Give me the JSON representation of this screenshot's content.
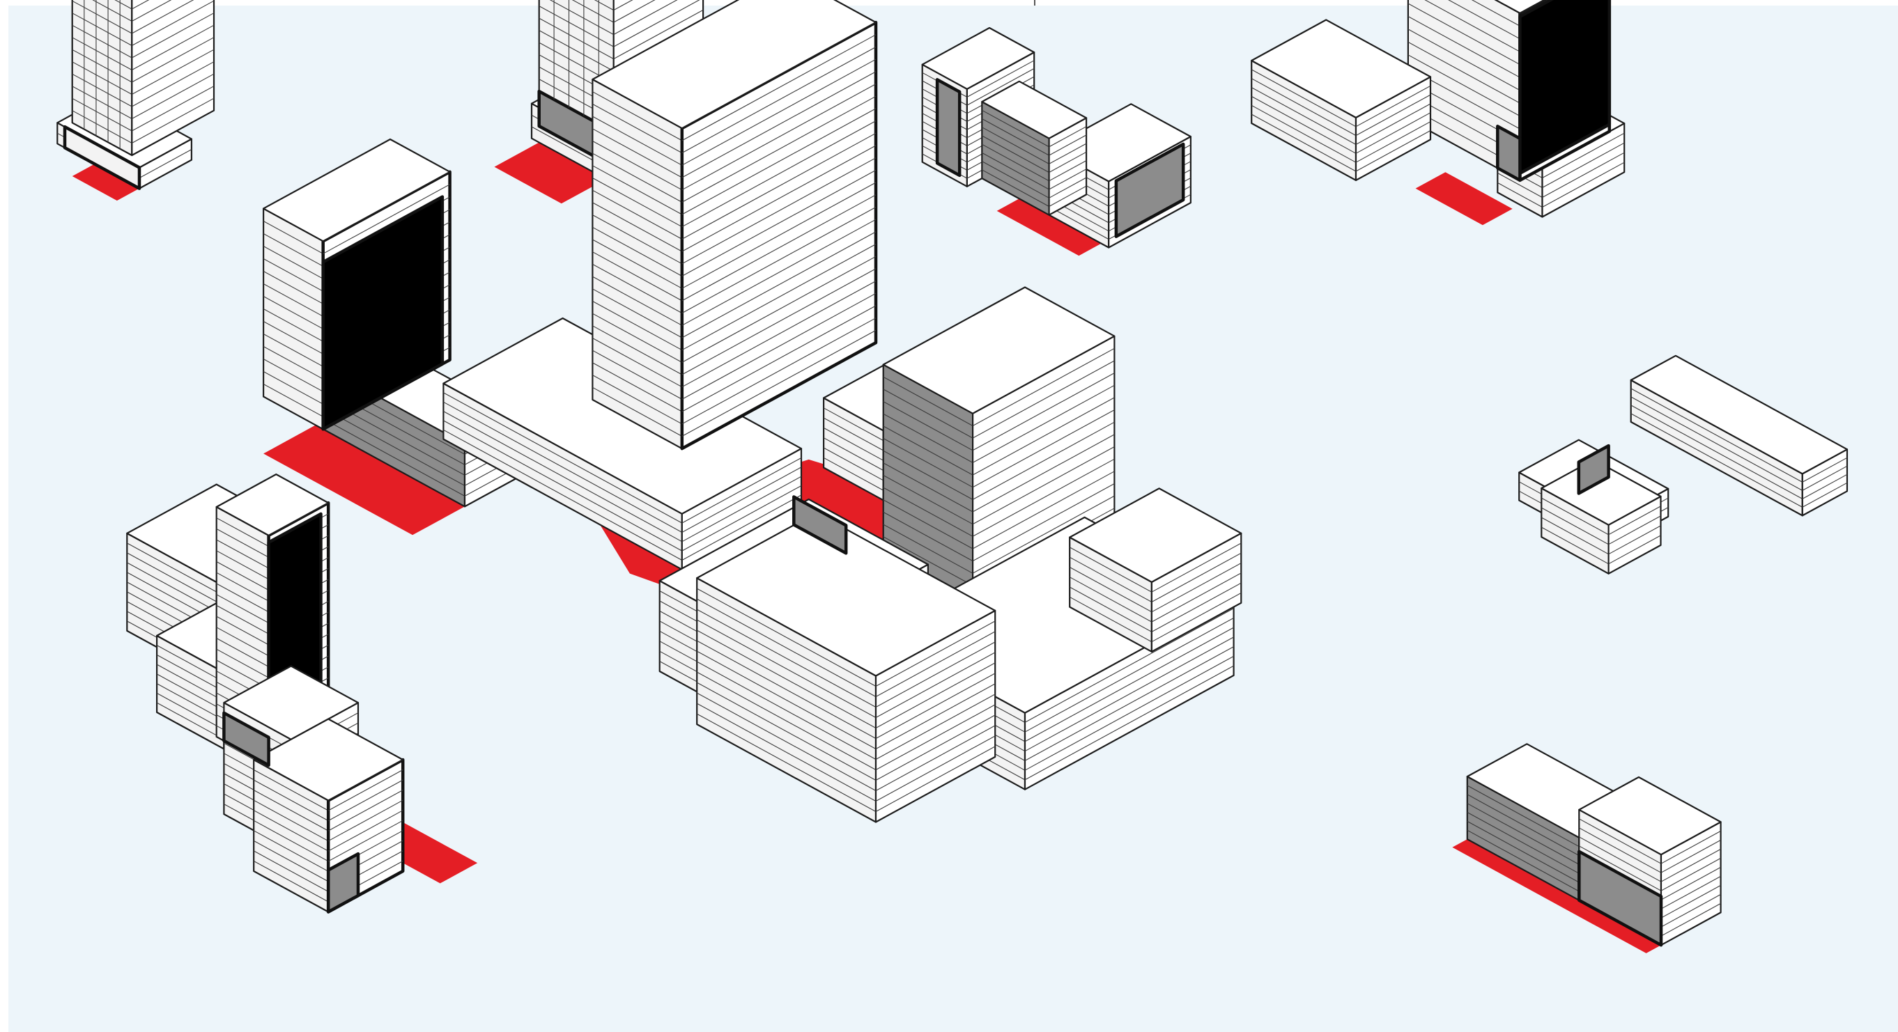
{
  "diagram": {
    "kind": "isometric massing diagram",
    "caption": "",
    "colors": {
      "background": "#edf5fa",
      "ground_plaza": "#e41e25",
      "podium_frontage": "#8c8c8c",
      "lit_face": "#ffffff",
      "shade_face": "#f3f3f3",
      "outline": "#1c1c1c"
    },
    "building_groups": [
      {
        "id": "slender-tower-top-left",
        "shaded_frontage": true,
        "red_plaza": true
      },
      {
        "id": "stepped-tower-top",
        "shaded_frontage": true,
        "red_plaza": true
      },
      {
        "id": "low-courtyard-top-center",
        "shaded_frontage": true,
        "red_plaza": true
      },
      {
        "id": "tower-with-podium-top-right",
        "shaded_frontage": true,
        "red_plaza": true
      },
      {
        "id": "l-shaped-block-center-left",
        "shaded_frontage": true,
        "red_plaza": true
      },
      {
        "id": "crossing-bars-right",
        "shaded_frontage": true,
        "red_plaza": true
      },
      {
        "id": "central-mixed-use-cluster",
        "shaded_frontage": true,
        "red_plaza": true
      },
      {
        "id": "row-of-blocks-bottom-left",
        "shaded_frontage": true,
        "red_plaza": true
      },
      {
        "id": "perimeter-block-bottom-right",
        "shaded_frontage": true,
        "red_plaza": true
      }
    ]
  }
}
